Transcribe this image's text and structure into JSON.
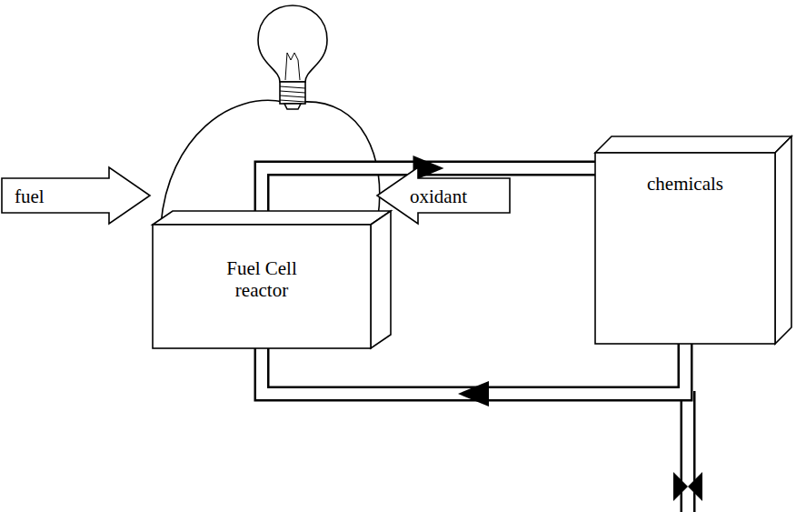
{
  "diagram": {
    "nodes": [
      {
        "text": [
          "fuel"
        ]
      },
      {
        "text": [
          "Fuel Cell reactor"
        ]
      },
      {
        "text": [
          "oxidant"
        ]
      },
      {
        "text": [
          "chemicals"
        ]
      }
    ],
    "edges": [
      {
        "from": 1,
        "to": 3,
        "arrow": "to"
      },
      {
        "from": 3,
        "to": 1,
        "arrow": "to"
      }
    ]
  }
}
